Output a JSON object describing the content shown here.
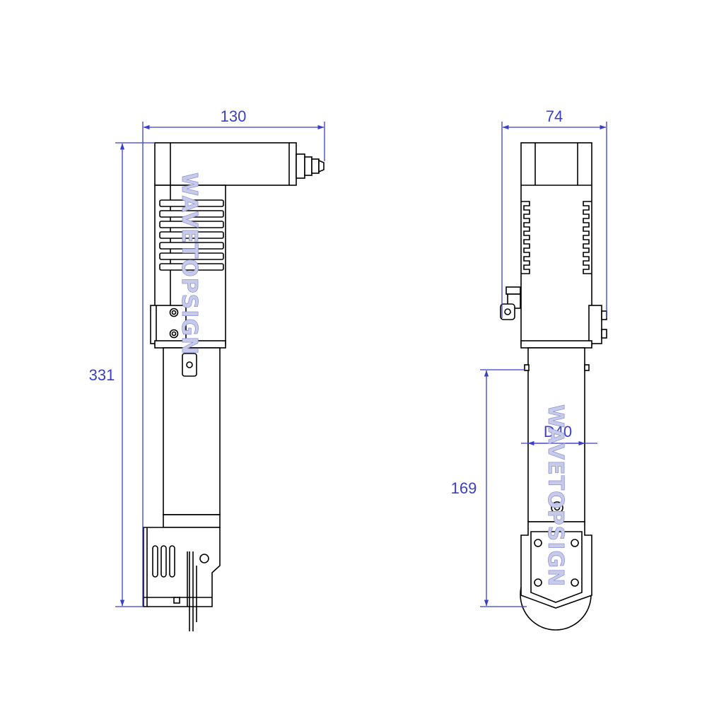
{
  "drawing": {
    "side_view": {
      "width_label": "130",
      "height_label": "331"
    },
    "front_view": {
      "width_label": "74",
      "diameter_label": "D40",
      "lower_height_label": "169"
    },
    "watermark": "WAVETOPSIGN",
    "colors": {
      "dimension": "#3a3fc9",
      "outline": "#000000",
      "watermark": "#8f95d8"
    }
  }
}
